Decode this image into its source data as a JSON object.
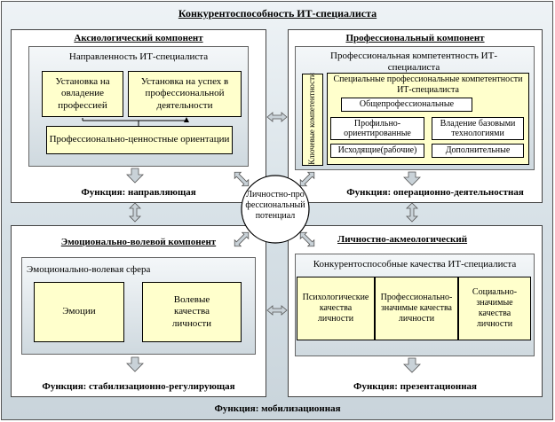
{
  "title": "Конкурентоспособность ИТ-специалиста",
  "footer": "Функция: мобилизационная",
  "center": "Личностно-профессиональный потенциал",
  "axiological": {
    "title": "Аксиологический компонент",
    "inner_title": "Направленность ИТ-специалиста",
    "box1": "Установка на овладение профессией",
    "box2": "Установка на успех в профессиональной деятельности",
    "box3": "Профессионально-ценностные ориентации",
    "function": "Функция: направляющая"
  },
  "professional": {
    "title": "Профессиональный компонент",
    "inner_title": "Профессиональная компетентность ИТ-специалиста",
    "key": "Ключевые компетентности",
    "special_title": "Специальные профессиональные компетентности ИТ-специалиста",
    "general": "Общепрофессиональные",
    "profile": "Профильно-ориентированные",
    "base_tech": "Владение базовыми технологиями",
    "source": "Исходящие(рабочие)",
    "additional": "Дополнительные",
    "function": "Функция: операционно-деятельностная"
  },
  "emotional": {
    "title": "Эмоционально-волевой компонент",
    "inner_title": "Эмоционально-волевая сфера",
    "box1": "Эмоции",
    "box2": "Волевые качества личности",
    "function": "Функция: стабилизационно-регулирующая"
  },
  "personal": {
    "title": "Личностно-акмеологический",
    "inner_title": "Конкурентоспособные качества ИТ-специалиста",
    "box1": "Психологические качества личности",
    "box2": "Профессионально-значимые качества личности",
    "box3": "Социально-значимые качества личности",
    "function": "Функция: презентационная"
  },
  "colors": {
    "yellow": "#ffffcc",
    "arrow": "#c0c8cc"
  }
}
